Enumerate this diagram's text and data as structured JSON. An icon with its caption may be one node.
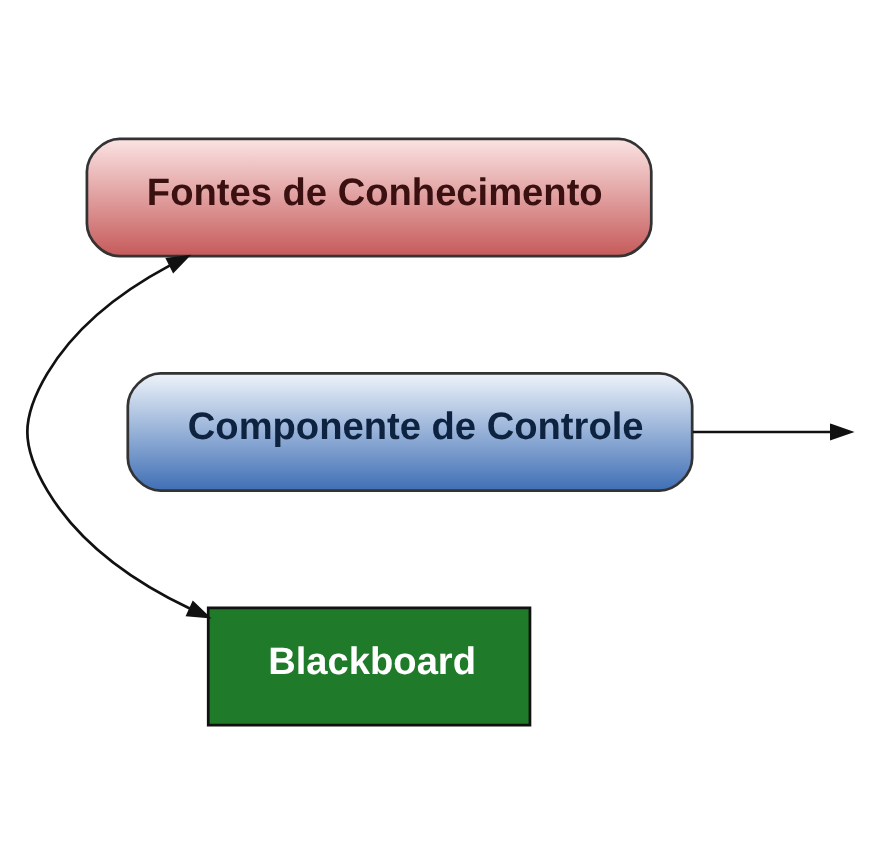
{
  "diagram": {
    "nodes": [
      {
        "text": [
          "Fontes de Conhecimento"
        ]
      },
      {
        "text": [
          "Componente de Controle"
        ]
      },
      {
        "text": [
          "Blackboard"
        ]
      }
    ],
    "edges": [
      {
        "from": 0,
        "to": 2,
        "arrow": "both"
      },
      {
        "from": 1,
        "to": null,
        "arrow": "to"
      }
    ]
  }
}
